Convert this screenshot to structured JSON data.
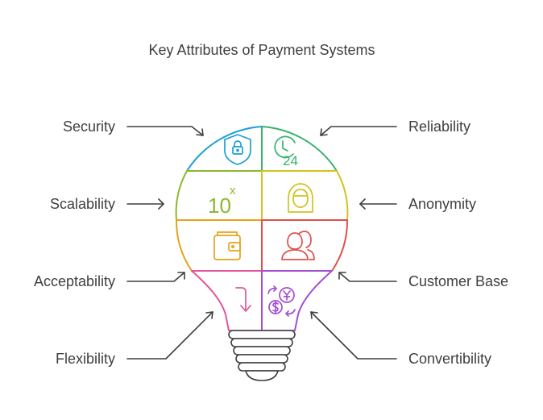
{
  "title": "Key Attributes of Payment Systems",
  "attributes": [
    {
      "label": "Security",
      "icon": "shield-lock-icon",
      "color": "#1a9fd6"
    },
    {
      "label": "Reliability",
      "icon": "clock-24-icon",
      "color": "#34b36b"
    },
    {
      "label": "Scalability",
      "icon": "ten-power-x-icon",
      "color": "#8cb82b"
    },
    {
      "label": "Anonymity",
      "icon": "hooded-person-icon",
      "color": "#d4c21e"
    },
    {
      "label": "Acceptability",
      "icon": "wallet-icon",
      "color": "#e8a21c"
    },
    {
      "label": "Customer Base",
      "icon": "people-group-icon",
      "color": "#e0504a"
    },
    {
      "label": "Flexibility",
      "icon": "bent-arrow-down-icon",
      "color": "#e0569b"
    },
    {
      "label": "Convertibility",
      "icon": "currency-exchange-icon",
      "color": "#a34fd0"
    }
  ],
  "icon_text": {
    "scalability_base": "10",
    "scalability_power": "x",
    "reliability_hours": "24"
  }
}
